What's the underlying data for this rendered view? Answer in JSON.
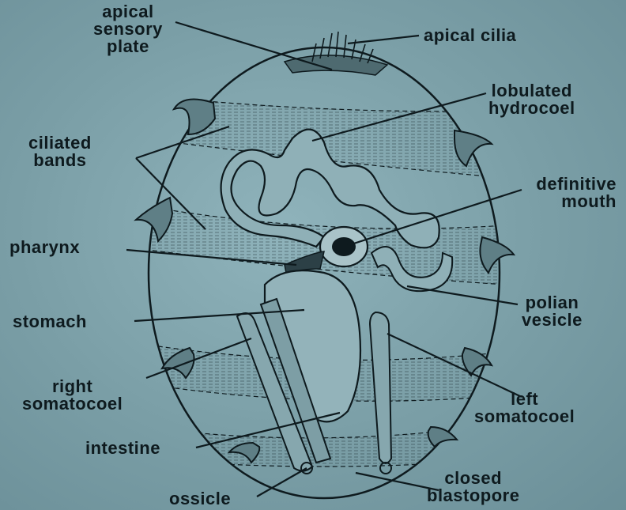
{
  "labels": {
    "apical_sensory_plate": [
      "apical",
      "sensory",
      "plate"
    ],
    "apical_cilia": "apical cilia",
    "lobulated_hydrocoel": [
      "lobulated",
      "hydrocoel"
    ],
    "ciliated_bands": [
      "ciliated",
      "bands"
    ],
    "definitive_mouth": [
      "definitive",
      "mouth"
    ],
    "pharynx": "pharynx",
    "stomach": "stomach",
    "polian_vesicle": [
      "polian",
      "vesicle"
    ],
    "right_somatocoel": [
      "right",
      "somatocoel"
    ],
    "left_somatocoel": [
      "left",
      "somatocoel"
    ],
    "intestine": "intestine",
    "ossicle": "ossicle",
    "closed_blastopore": [
      "closed",
      "blastopore"
    ]
  },
  "colors": {
    "background": "#7fa3ab",
    "ink": "#0e1a1e",
    "band": "#9db9bf"
  }
}
